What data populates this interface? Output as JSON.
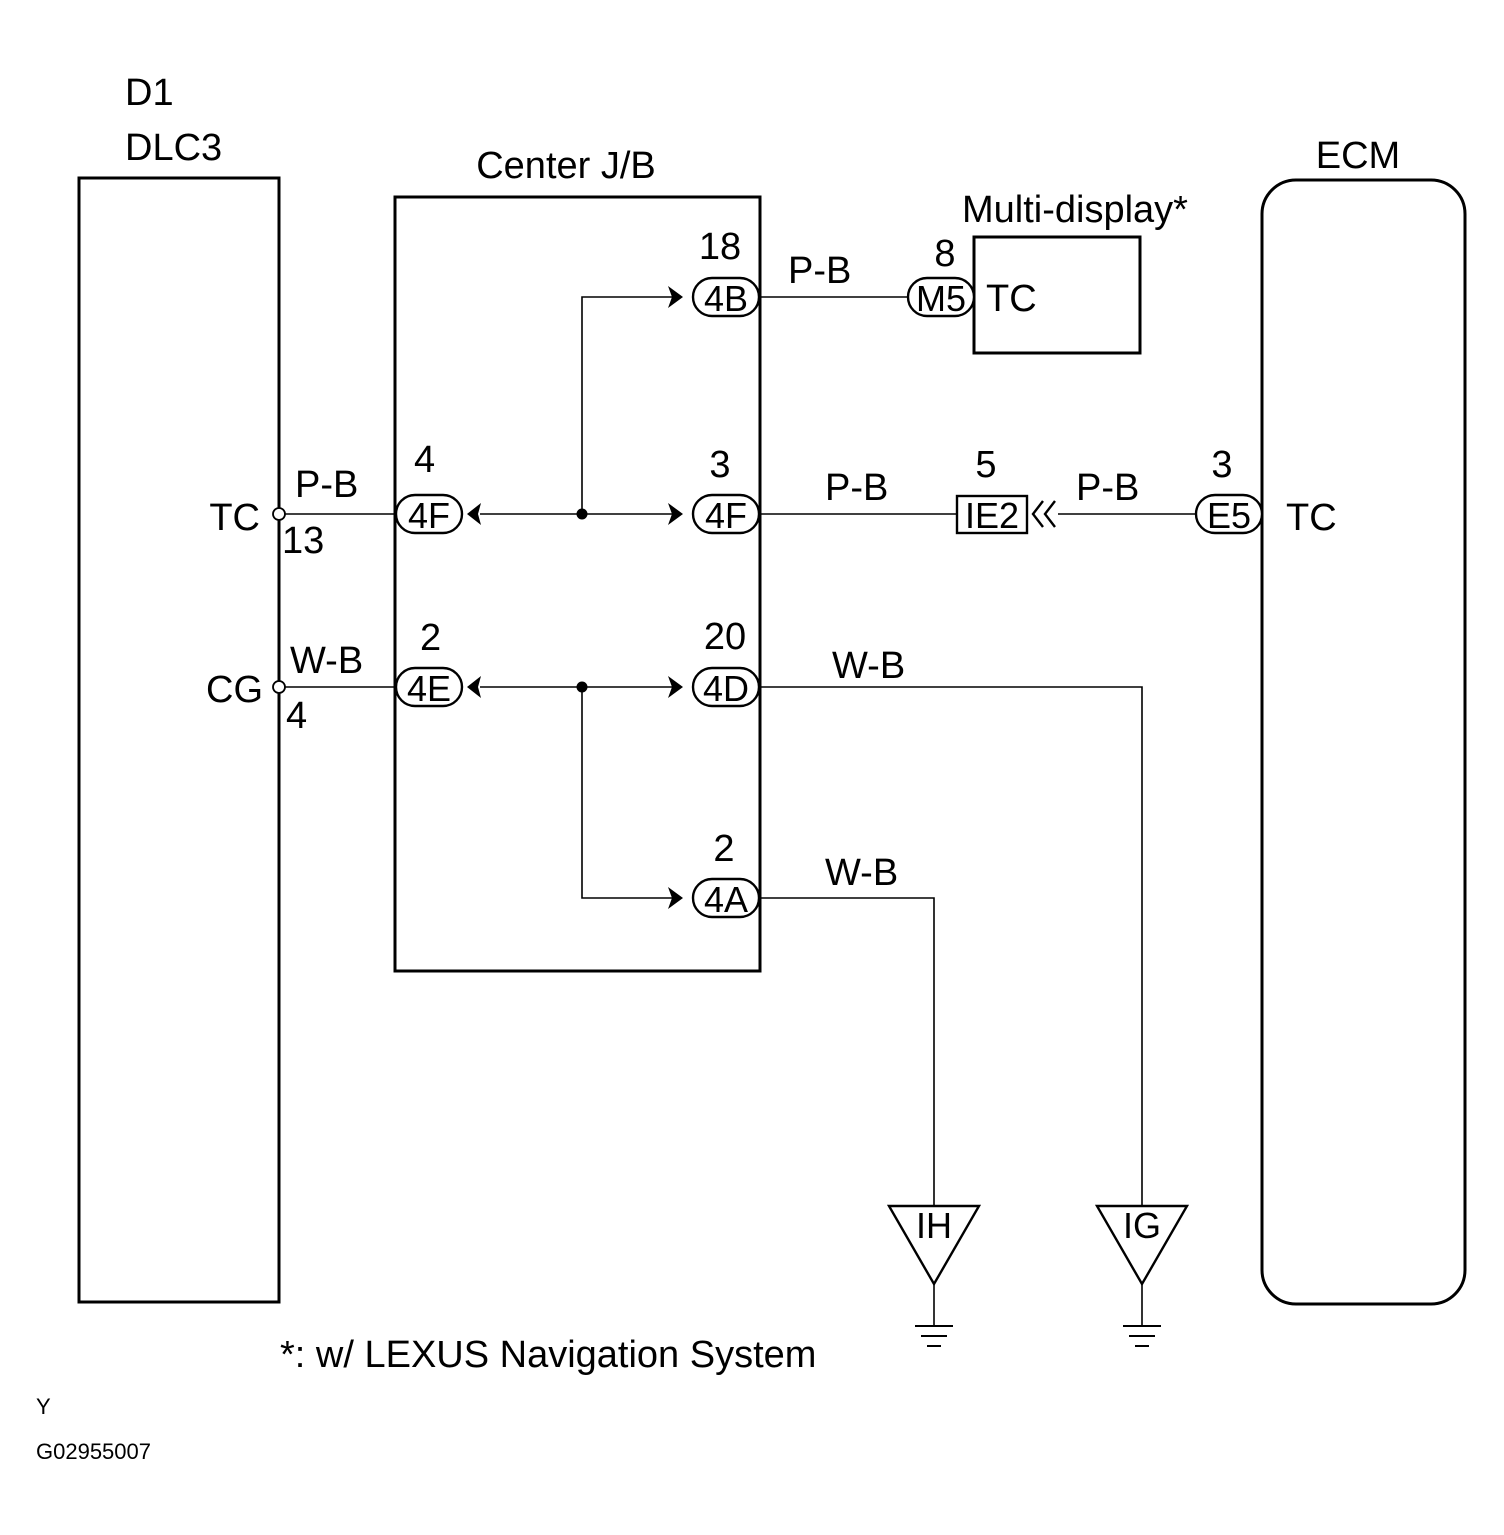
{
  "components": {
    "dlc3": {
      "id": "D1",
      "name": "DLC3",
      "pins": {
        "tc": {
          "name": "TC",
          "num": "13"
        },
        "cg": {
          "name": "CG",
          "num": "4"
        }
      }
    },
    "center_jb": {
      "name": "Center J/B"
    },
    "multi_display": {
      "name": "Multi-display*",
      "pin_name": "TC",
      "connector": "M5",
      "pin_num": "8"
    },
    "ecm": {
      "name": "ECM",
      "pin_name": "TC",
      "connector": "E5",
      "pin_num": "3"
    }
  },
  "connectors": {
    "jb_4b": {
      "code": "4B",
      "pin": "18"
    },
    "jb_4f_left": {
      "code": "4F",
      "pin": "4"
    },
    "jb_4f_right": {
      "code": "4F",
      "pin": "3"
    },
    "jb_4e": {
      "code": "4E",
      "pin": "2"
    },
    "jb_4d": {
      "code": "4D",
      "pin": "20"
    },
    "jb_4a": {
      "code": "4A",
      "pin": "2"
    },
    "ie2": {
      "code": "IE2",
      "pin": "5"
    }
  },
  "wires": {
    "dlc_tc": "P-B",
    "dlc_cg": "W-B",
    "to_multi": "P-B",
    "jb_to_ie2": "P-B",
    "ie2_to_ecm": "P-B",
    "to_ig": "W-B",
    "to_ih": "W-B"
  },
  "grounds": {
    "ih": "IH",
    "ig": "IG"
  },
  "footnote": "*: w/ LEXUS Navigation System",
  "code_y": "Y",
  "figure_id": "G02955007",
  "colors": {
    "line": "#000000",
    "background": "#ffffff"
  }
}
